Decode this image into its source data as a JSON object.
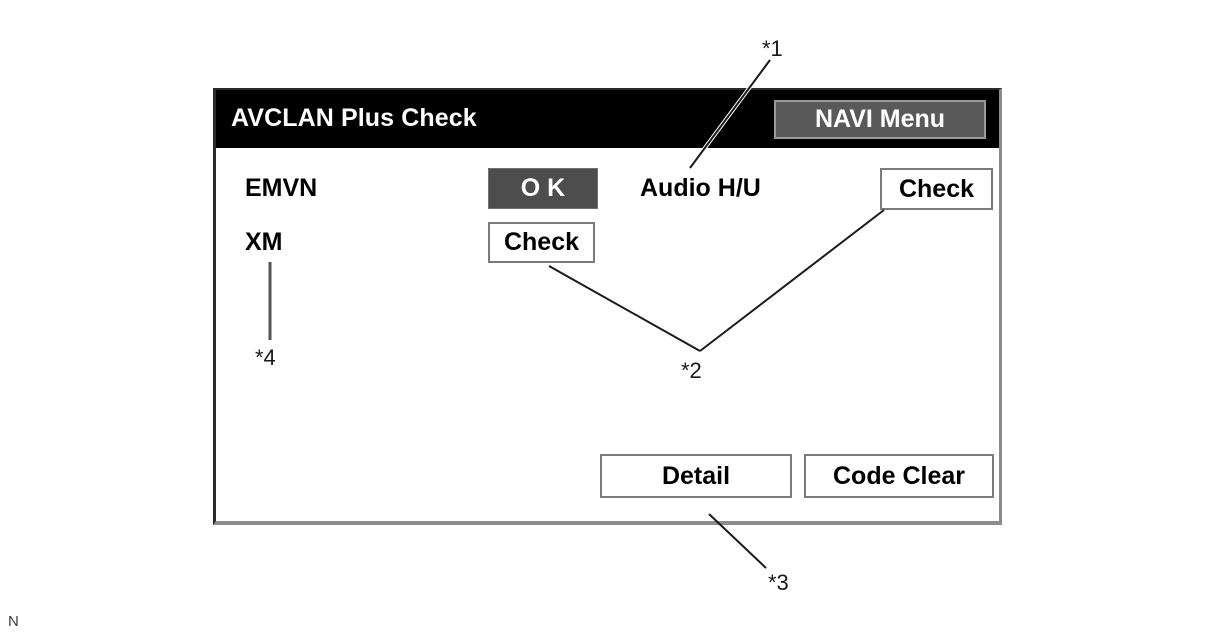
{
  "screen": {
    "title": "AVCLAN Plus Check",
    "corner_mark": "N"
  },
  "titlebar": {
    "title": "AVCLAN Plus Check",
    "navi_menu_label": "NAVI Menu"
  },
  "devices": [
    {
      "name": "EMVN",
      "status_label": "O K",
      "status_style": "dark"
    },
    {
      "name": "XM",
      "status_label": "Check",
      "status_style": "light"
    },
    {
      "name": "Audio H/U",
      "status_label": "Check",
      "status_style": "light"
    }
  ],
  "rows": {
    "emvn_label": "EMVN",
    "xm_label": "XM",
    "audio_label": "Audio H/U",
    "ok_button": "O K",
    "check_button_left": "Check",
    "check_button_right": "Check"
  },
  "footer": {
    "detail_label": "Detail",
    "code_clear_label": "Code Clear"
  },
  "callouts": [
    {
      "id": "1",
      "label": "*1",
      "refers_to": "Audio H/U"
    },
    {
      "id": "2",
      "label": "*2",
      "refers_to": "Check buttons"
    },
    {
      "id": "3",
      "label": "*3",
      "refers_to": "Detail"
    },
    {
      "id": "4",
      "label": "*4",
      "refers_to": "XM"
    }
  ],
  "callout_labels": {
    "one": "*1",
    "two": "*2",
    "three": "*3",
    "four": "*4"
  },
  "colors": {
    "titlebar_bg": "#000000",
    "titlebar_text": "#ffffff",
    "navi_menu_bg": "#595959",
    "status_ok_bg": "#4d4d4d",
    "panel_bg": "#ffffff",
    "button_border": "#7a7a7a",
    "text": "#000000",
    "leader_line": "#1a1a1a"
  }
}
